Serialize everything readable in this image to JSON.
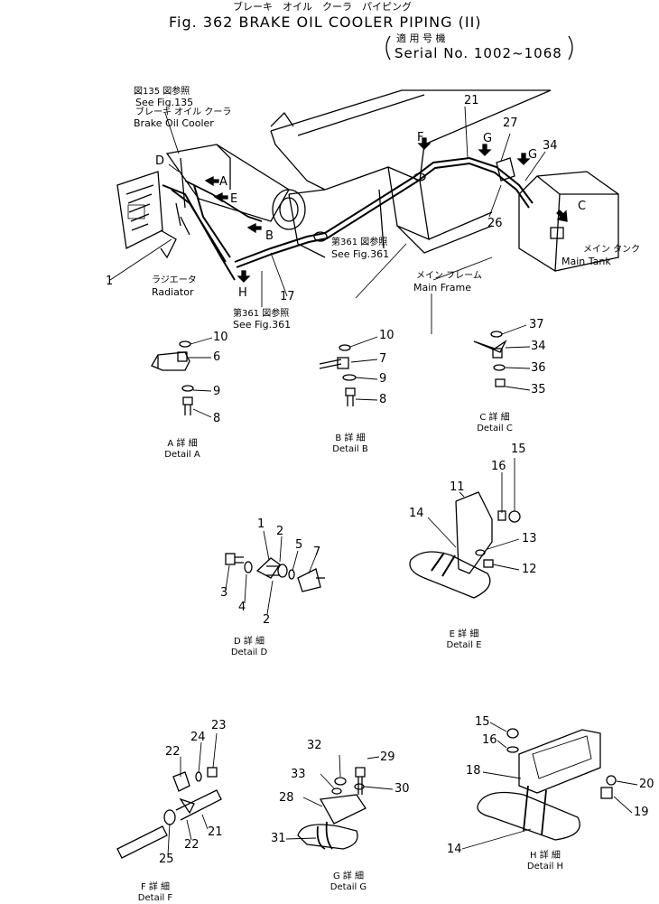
{
  "header": {
    "jp_title": "ブレーキ　オイル　クーラ　パイピング",
    "fig_title": "Fig. 362   BRAKE OIL COOLER PIPING (II)",
    "serial_jp": "適 用 号 機",
    "serial": "Serial No. 1002~1068"
  },
  "refs": {
    "fig135_jp": "図135 図参照",
    "fig135": "See Fig.135",
    "fig361a_jp": "第361 図参照",
    "fig361a": "See Fig.361",
    "fig361b_jp": "第361 図参照",
    "fig361b": "See Fig.361"
  },
  "components": {
    "cooler_jp": "ブレーキ オイル クーラ",
    "cooler": "Brake Oil Cooler",
    "radiator_jp": "ラジエータ",
    "radiator": "Radiator",
    "tank_jp": "メイン タンク",
    "tank": "Main Tank",
    "frame_jp": "メイン フレーム",
    "frame": "Main Frame"
  },
  "view_letters": [
    "A",
    "B",
    "C",
    "D",
    "E",
    "F",
    "G",
    "G",
    "H"
  ],
  "part_numbers": {
    "main": [
      "21",
      "27",
      "34",
      "G",
      "26",
      "1",
      "17",
      "F"
    ],
    "detail_a": [
      "10",
      "6",
      "9",
      "8"
    ],
    "detail_b": [
      "10",
      "7",
      "9",
      "8"
    ],
    "detail_c": [
      "37",
      "34",
      "36",
      "35"
    ],
    "detail_d": [
      "1",
      "2",
      "5",
      "7",
      "3",
      "4",
      "2"
    ],
    "detail_e": [
      "15",
      "11",
      "16",
      "14",
      "13",
      "12"
    ],
    "detail_f": [
      "23",
      "24",
      "22",
      "21",
      "22",
      "25"
    ],
    "detail_g": [
      "32",
      "29",
      "33",
      "30",
      "28",
      "31"
    ],
    "detail_h": [
      "15",
      "16",
      "18",
      "20",
      "19",
      "14"
    ]
  },
  "details": {
    "a_jp": "A 詳 細",
    "a": "Detail  A",
    "b_jp": "B 詳 細",
    "b": "Detail  B",
    "c_jp": "C 詳 細",
    "c": "Detail  C",
    "d_jp": "D 詳 細",
    "d": "Detail  D",
    "e_jp": "E 詳 細",
    "e": "Detail  E",
    "f_jp": "F 詳 細",
    "f": "Detail  F",
    "g_jp": "G 詳 細",
    "g": "Detail  G",
    "h_jp": "H 詳 細",
    "h": "Detail  H"
  }
}
